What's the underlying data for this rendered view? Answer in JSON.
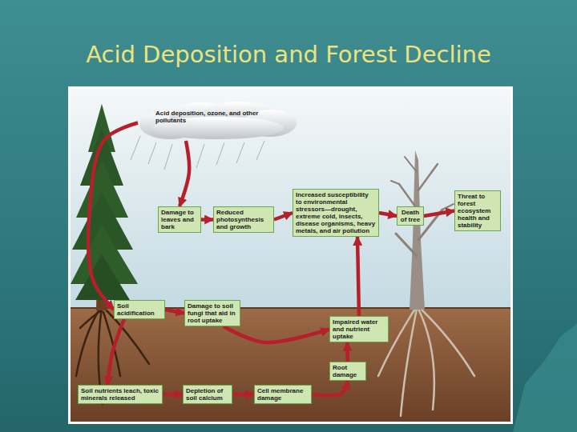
{
  "diagram": {
    "title": "Acid Deposition and Forest Decline",
    "nodes": [
      {
        "text": [
          "Acid deposition, ozone, and other pollutants"
        ]
      },
      {
        "text": [
          "Damage to leaves and bark"
        ]
      },
      {
        "text": [
          "Reduced photosynthesis and growth"
        ]
      },
      {
        "text": [
          "Increased susceptibility to environmental stressors—drought, extreme cold, insects, disease organisms, heavy metals, and air pollution"
        ]
      },
      {
        "text": [
          "Death of tree"
        ]
      },
      {
        "text": [
          "Threat to forest ecosystem health and stability"
        ]
      },
      {
        "text": [
          "Soil acidification"
        ]
      },
      {
        "text": [
          "Damage to soil fungi that aid in root uptake"
        ]
      },
      {
        "text": [
          "Impaired water and nutrient uptake"
        ]
      },
      {
        "text": [
          "Root damage"
        ]
      },
      {
        "text": [
          "Soil nutrients leach, toxic minerals released"
        ]
      },
      {
        "text": [
          "Depletion of soil calcium"
        ]
      },
      {
        "text": [
          "Cell membrane damage"
        ]
      }
    ],
    "edges": [
      {
        "from": 0,
        "to": 1,
        "arrow": "to"
      },
      {
        "from": 1,
        "to": 2,
        "arrow": "to"
      },
      {
        "from": 2,
        "to": 3,
        "arrow": "to"
      },
      {
        "from": 3,
        "to": 4,
        "arrow": "to"
      },
      {
        "from": 4,
        "to": 5,
        "arrow": "to"
      },
      {
        "from": 0,
        "to": 6,
        "arrow": "to"
      },
      {
        "from": 6,
        "to": 7,
        "arrow": "to"
      },
      {
        "from": 7,
        "to": 8,
        "arrow": "to"
      },
      {
        "from": 8,
        "to": 3,
        "arrow": "to"
      },
      {
        "from": 6,
        "to": 10,
        "arrow": "to"
      },
      {
        "from": 10,
        "to": 11,
        "arrow": "to"
      },
      {
        "from": 11,
        "to": 12,
        "arrow": "to"
      },
      {
        "from": 12,
        "to": 9,
        "arrow": "to"
      },
      {
        "from": 9,
        "to": 8,
        "arrow": "to"
      }
    ]
  }
}
